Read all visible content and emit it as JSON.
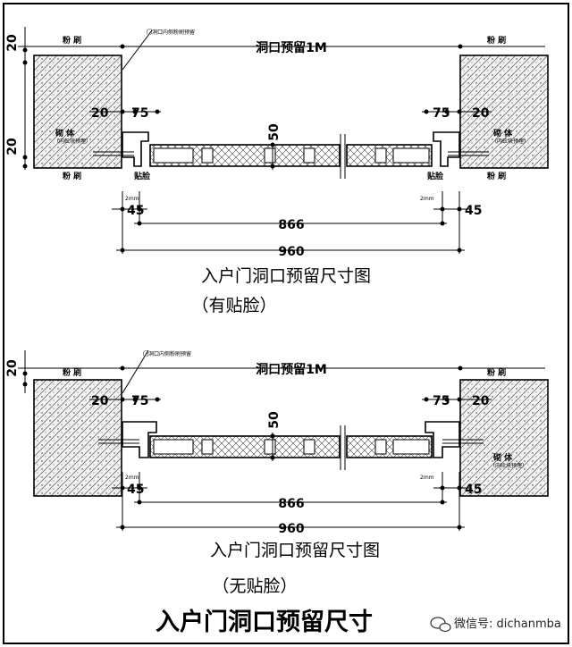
{
  "title": "入户门洞口预留尺寸",
  "watermark": "微信号: dichanmba",
  "watermark_icon": "wechat-icon",
  "diagrams": [
    {
      "caption_line1": "入户门洞口预留尺寸图",
      "caption_line2": "（有贴脸）",
      "opening": "洞口预留1M",
      "callout": "门洞口内侧粉刷预留",
      "plaster_left": "粉 刷",
      "plaster_right": "粉 刷",
      "plaster_bottom_left": "粉 刷",
      "plaster_bottom_right": "粉 刷",
      "wall_label": "砌 体",
      "wall_sub": "（内砼块预埋）",
      "trim_left": "贴脸",
      "trim_right": "贴脸",
      "d20_top": "20",
      "d20_mid": "20",
      "d20_left": "20",
      "d20_right": "20",
      "d75_left": "75",
      "d75_right": "75",
      "d50": "50",
      "gap_left": "2mm",
      "gap_right": "2mm",
      "d45_left": "45",
      "d45_right": "45",
      "d866": "866",
      "d960": "960"
    },
    {
      "caption_line1": "入户门洞口预留尺寸图",
      "caption_line2": "（无贴脸）",
      "opening": "洞口预留1M",
      "callout": "门洞口内侧粉刷预留",
      "plaster_left": "粉 刷",
      "plaster_right": "粉 刷",
      "wall_label": "砌 体",
      "wall_sub": "（内砼块预埋）",
      "d20_top": "20",
      "d20_left": "20",
      "d20_right": "20",
      "d75_left": "75",
      "d75_right": "75",
      "d50": "50",
      "gap_left": "2mm",
      "gap_right": "2mm",
      "d45_left": "45",
      "d45_right": "45",
      "d866": "866",
      "d960": "960"
    }
  ]
}
